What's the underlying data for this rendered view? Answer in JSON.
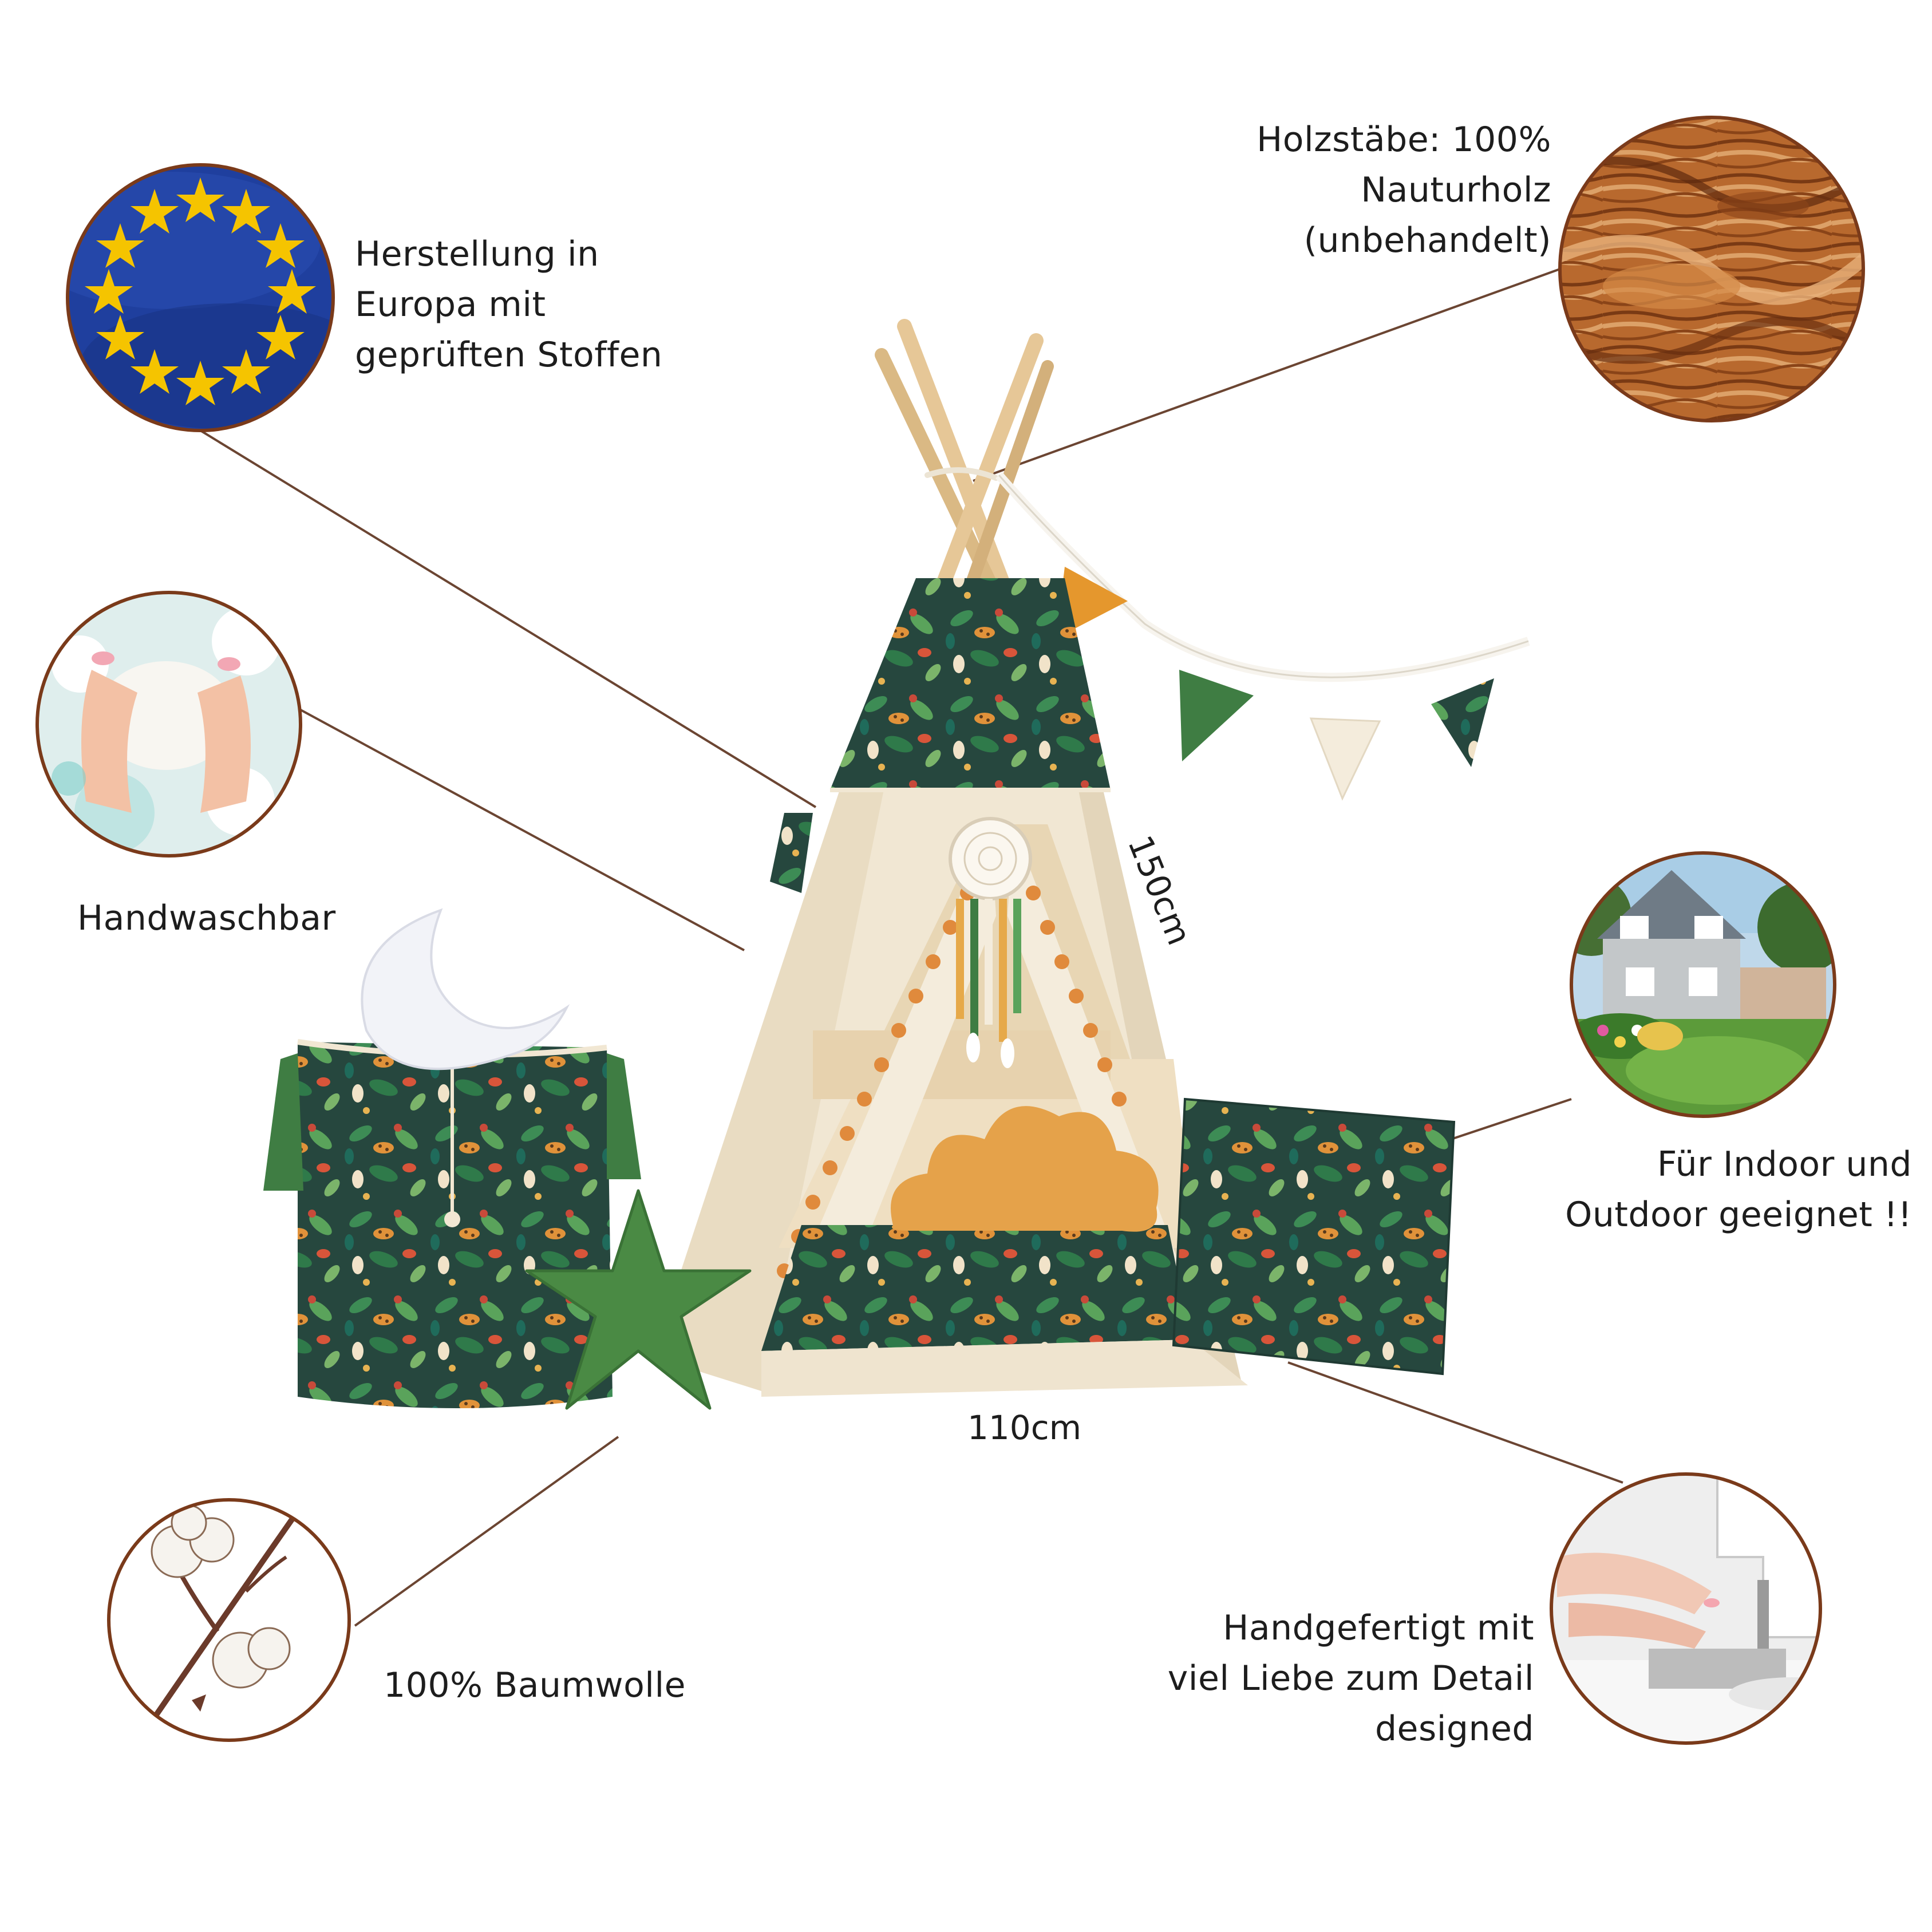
{
  "features": {
    "europe": {
      "icon": "eu-flag-icon",
      "text": "Herstellung in\nEuropa mit\ngeprüften Stoffen"
    },
    "wood": {
      "icon": "wood-grain-icon",
      "text": "Holzstäbe: 100%\nNauturholz\n(unbehandelt)"
    },
    "handwash": {
      "icon": "hand-washing-icon",
      "text": "Handwaschbar"
    },
    "indoor_outdoor": {
      "icon": "house-garden-icon",
      "text": "Für Indoor und\nOutdoor geeignet !!"
    },
    "cotton": {
      "icon": "cotton-plant-icon",
      "text": "100% Baumwolle"
    },
    "handmade": {
      "icon": "sewing-machine-icon",
      "text": "Handgefertigt mit\nviel Liebe zum Detail\ndesigned"
    }
  },
  "dimensions": {
    "height": "150cm",
    "width": "110cm"
  },
  "colors": {
    "circle_border": "#7a3a1a",
    "leader_line": "#6b4532",
    "eu_blue": "#1f3f9e",
    "eu_star": "#f5c400",
    "canvas": "#f1e7d3",
    "jungle_dark": "#26473e",
    "jungle_orange": "#e0923a",
    "pompom": "#e08a3c",
    "mustard": "#e5a24a",
    "green": "#3f7d43",
    "cream": "#f4ecdc",
    "wood": "#e6c797"
  }
}
